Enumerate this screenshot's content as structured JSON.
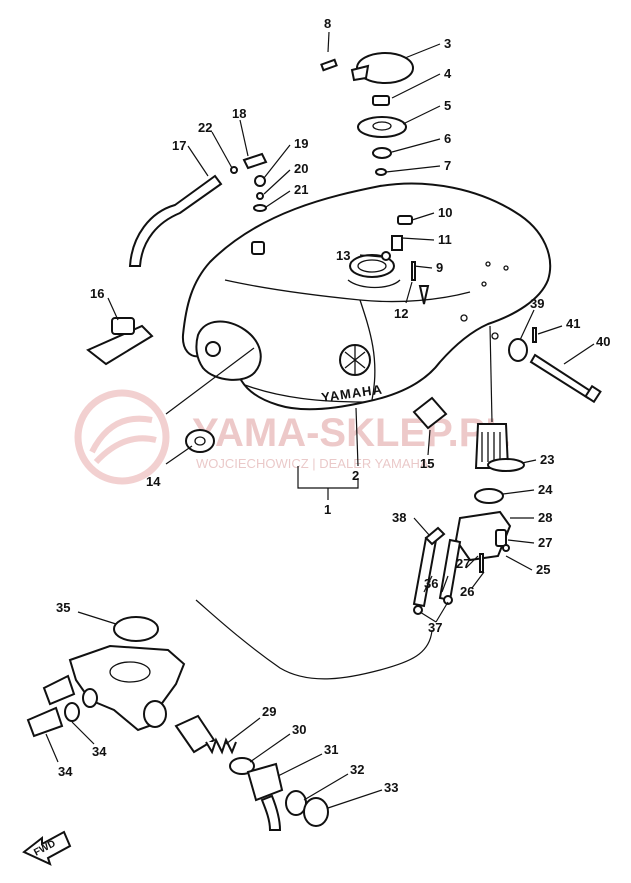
{
  "brand_mark": "YAMAHA",
  "watermark": {
    "title": "YAMA-SKLEP.PL",
    "subtitle": "WOJCIECHOWICZ | DEALER YAMAHA"
  },
  "direction_arrow": "FWD",
  "callouts": [
    {
      "id": "c1",
      "label": "1"
    },
    {
      "id": "c2",
      "label": "2"
    },
    {
      "id": "c3",
      "label": "3"
    },
    {
      "id": "c4",
      "label": "4"
    },
    {
      "id": "c5",
      "label": "5"
    },
    {
      "id": "c6",
      "label": "6"
    },
    {
      "id": "c7",
      "label": "7"
    },
    {
      "id": "c8",
      "label": "8"
    },
    {
      "id": "c9",
      "label": "9"
    },
    {
      "id": "c10",
      "label": "10"
    },
    {
      "id": "c11",
      "label": "11"
    },
    {
      "id": "c12",
      "label": "12"
    },
    {
      "id": "c13",
      "label": "13"
    },
    {
      "id": "c14",
      "label": "14"
    },
    {
      "id": "c15",
      "label": "15"
    },
    {
      "id": "c16",
      "label": "16"
    },
    {
      "id": "c17",
      "label": "17"
    },
    {
      "id": "c18",
      "label": "18"
    },
    {
      "id": "c19",
      "label": "19"
    },
    {
      "id": "c20",
      "label": "20"
    },
    {
      "id": "c21",
      "label": "21"
    },
    {
      "id": "c22",
      "label": "22"
    },
    {
      "id": "c23",
      "label": "23"
    },
    {
      "id": "c24",
      "label": "24"
    },
    {
      "id": "c25",
      "label": "25"
    },
    {
      "id": "c26",
      "label": "26"
    },
    {
      "id": "c27a",
      "label": "27"
    },
    {
      "id": "c27b",
      "label": "27"
    },
    {
      "id": "c28",
      "label": "28"
    },
    {
      "id": "c29",
      "label": "29"
    },
    {
      "id": "c30",
      "label": "30"
    },
    {
      "id": "c31",
      "label": "31"
    },
    {
      "id": "c32",
      "label": "32"
    },
    {
      "id": "c33",
      "label": "33"
    },
    {
      "id": "c34",
      "label": "34"
    },
    {
      "id": "c35",
      "label": "35"
    },
    {
      "id": "c36",
      "label": "36"
    },
    {
      "id": "c37",
      "label": "37"
    },
    {
      "id": "c38",
      "label": "38"
    },
    {
      "id": "c39",
      "label": "39"
    },
    {
      "id": "c40",
      "label": "40"
    },
    {
      "id": "c41",
      "label": "41"
    },
    {
      "id": "c42",
      "label": "42"
    }
  ]
}
